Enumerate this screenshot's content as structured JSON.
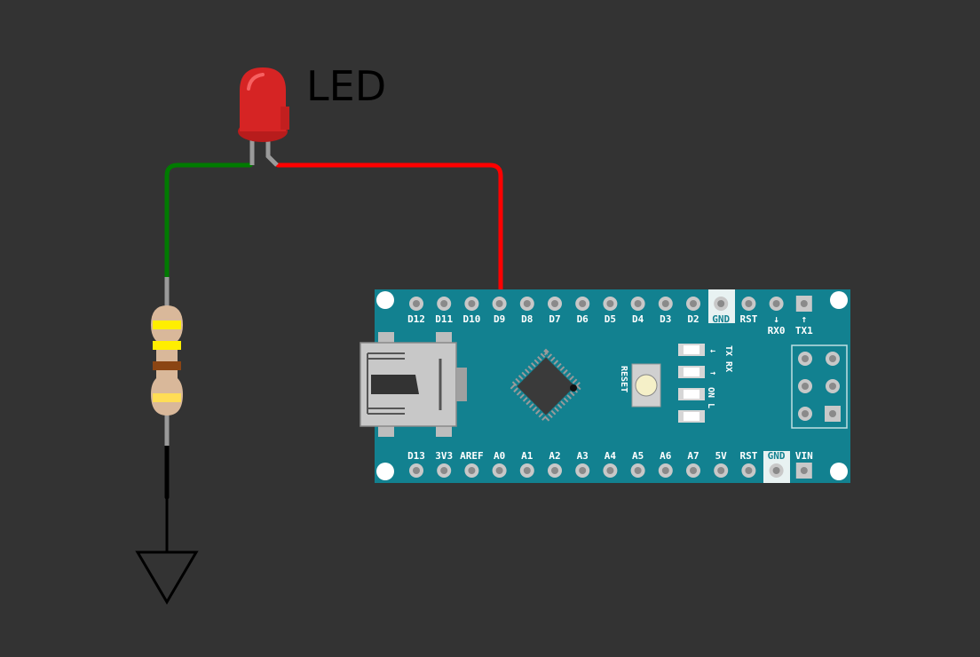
{
  "led": {
    "label": "LED",
    "color": "#e02a2a"
  },
  "wires": {
    "signal_color": "#ff0000",
    "led_to_resistor_color": "#007a00",
    "ground_color": "#000000"
  },
  "resistor": {
    "bands": [
      "#ffee00",
      "#ffee00",
      "#8b4513",
      "#ffdd55"
    ]
  },
  "board": {
    "color": "#128190",
    "top_pins": [
      "D12",
      "D11",
      "D10",
      "D9",
      "D8",
      "D7",
      "D6",
      "D5",
      "D4",
      "D3",
      "D2",
      "GND",
      "RST",
      "↓\nRX0",
      "↑\nTX1"
    ],
    "bottom_pins": [
      "D13",
      "3V3",
      "AREF",
      "A0",
      "A1",
      "A2",
      "A3",
      "A4",
      "A5",
      "A6",
      "A7",
      "5V",
      "RST",
      "GND",
      "VIN"
    ],
    "reset_label": "RESET",
    "status_leds": [
      "TX",
      "RX",
      "ON",
      "L"
    ],
    "tx_arrow": "←",
    "rx_arrow": "→"
  }
}
